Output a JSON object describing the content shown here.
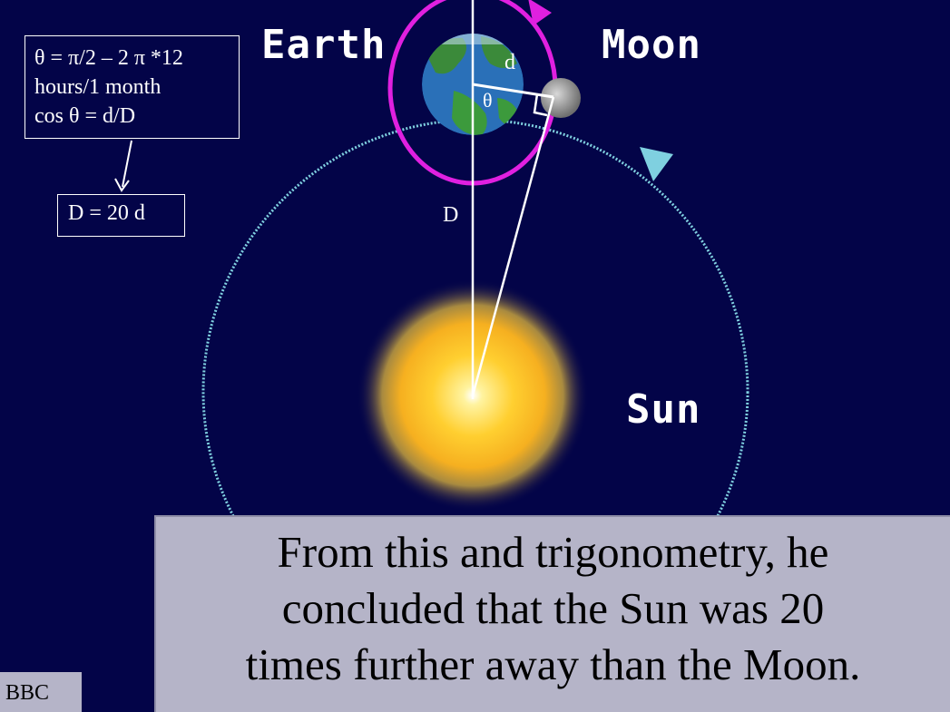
{
  "labels": {
    "earth": "Earth",
    "moon": "Moon",
    "sun": "Sun",
    "d": "d",
    "theta": "θ",
    "D": "D"
  },
  "formula_box": {
    "lines": [
      "θ = π/2 – 2 π *12",
      "hours/1 month",
      "cos θ = d/D"
    ]
  },
  "result_box": {
    "text": "D = 20 d"
  },
  "caption": {
    "lines": [
      "From this and trigonometry, he",
      "concluded that the Sun was 20",
      "times further away than the Moon."
    ]
  },
  "credit": "BBC",
  "colors": {
    "background": "#030448",
    "earth_orbit": "#7fd0e0",
    "moon_orbit": "#e020e0",
    "sun_core": "#ffc020",
    "caption_panel": "#b5b4c8"
  }
}
